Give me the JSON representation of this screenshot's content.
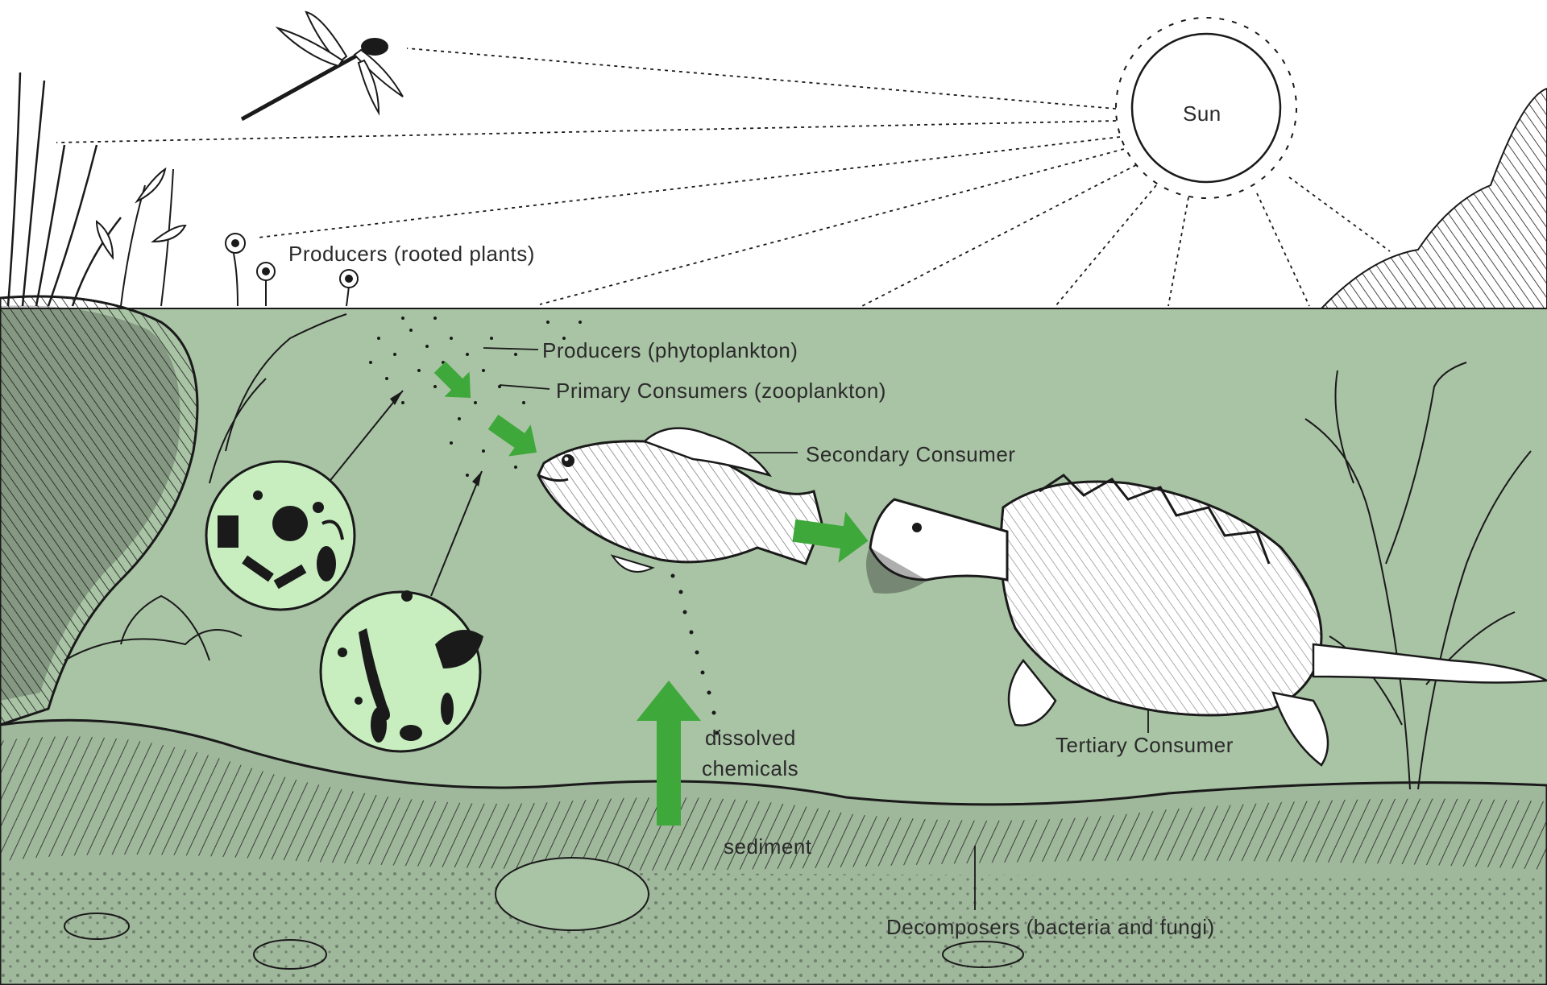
{
  "labels": {
    "sun": "Sun",
    "producers_rooted": "Producers (rooted plants)",
    "producers_phyto": "Producers (phytoplankton)",
    "primary_consumers": "Primary Consumers (zooplankton)",
    "secondary_consumer": "Secondary Consumer",
    "tertiary_consumer": "Tertiary Consumer",
    "dissolved_line1": "dissolved",
    "dissolved_line2": "chemicals",
    "sediment": "sediment",
    "decomposers": "Decomposers (bacteria and fungi)"
  },
  "colors": {
    "sky": "#ffffff",
    "water": "#a9c3a5",
    "sediment": "#9fb79b",
    "arrow_green": "#3ea83a",
    "inset_fill": "#c8eec0",
    "ink": "#1a1a1a"
  },
  "icons": [
    "sun-icon",
    "dragonfly-icon",
    "fish-icon",
    "turtle-icon",
    "microscope-inset-icon",
    "green-arrow-icon"
  ]
}
